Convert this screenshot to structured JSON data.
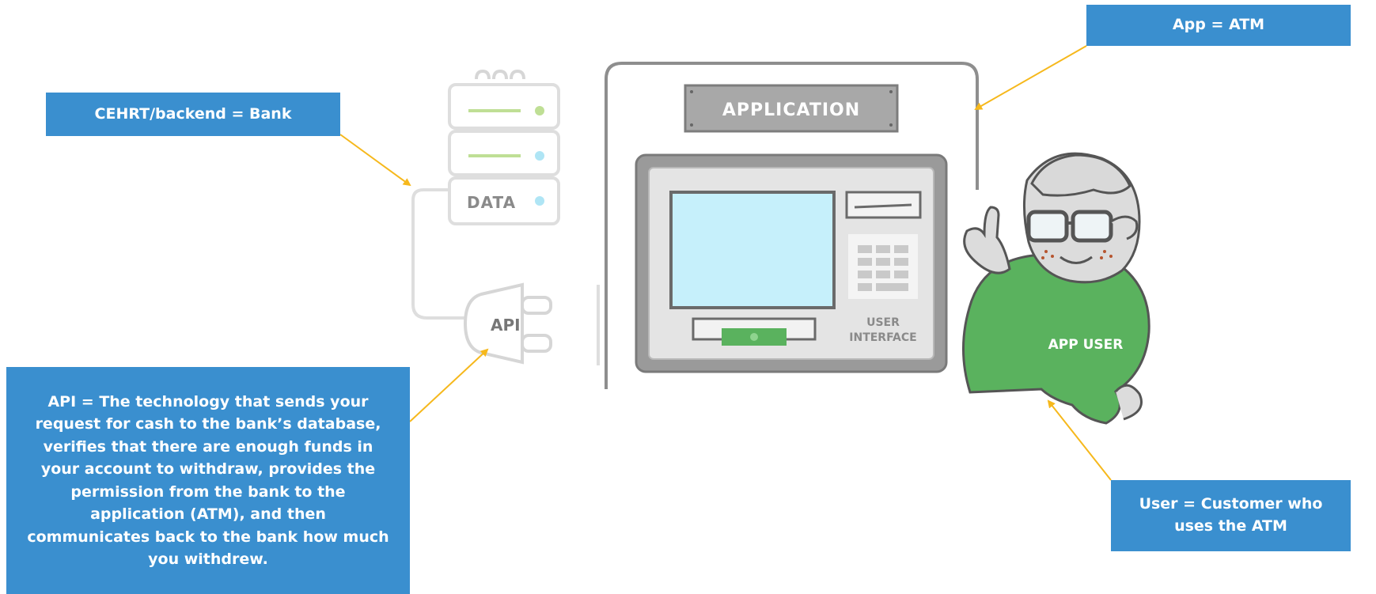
{
  "callouts": {
    "bank": "CEHRT/backend = Bank",
    "app": "App = ATM",
    "api": "API = The technology that sends your request for cash to the bank’s database, verifies that there are enough funds in your account to withdraw, provides the permission from the bank to the application (ATM), and then communicates back to the bank how much you withdrew.",
    "user": "User = Customer who uses the ATM"
  },
  "illustration": {
    "data_label": "DATA",
    "api_label": "API",
    "application_sign": "APPLICATION",
    "ui_label_line1": "USER",
    "ui_label_line2": "INTERFACE",
    "app_user_label": "APP USER"
  },
  "colors": {
    "callout_bg": "#3a8fcf",
    "arrow": "#f6b81c",
    "outline": "#9a9a9a",
    "screen": "#c6f0fb",
    "user_green": "#5ab25e",
    "led_green": "#8cc63f",
    "led_blue": "#6fd0ee"
  }
}
